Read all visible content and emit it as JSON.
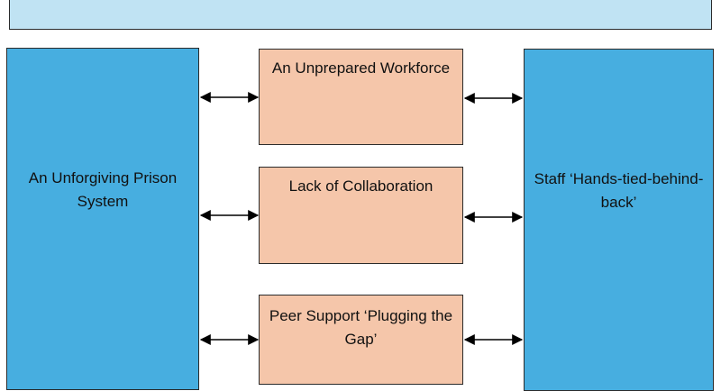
{
  "diagram": {
    "left_box": {
      "label": "An Unforgiving Prison System"
    },
    "right_box": {
      "label": "Staff ‘Hands-tied-behind-back’"
    },
    "middle_boxes": [
      {
        "label": "An Unprepared Workforce"
      },
      {
        "label": "Lack of Collaboration"
      },
      {
        "label": "Peer Support ‘Plugging the Gap’"
      }
    ],
    "colors": {
      "banner": "#c0e3f3",
      "side_boxes": "#47aee0",
      "middle_boxes": "#f5c6aa",
      "outline": "#2b2b2b"
    },
    "connectors": "double-headed arrows between each middle box and both side boxes"
  }
}
